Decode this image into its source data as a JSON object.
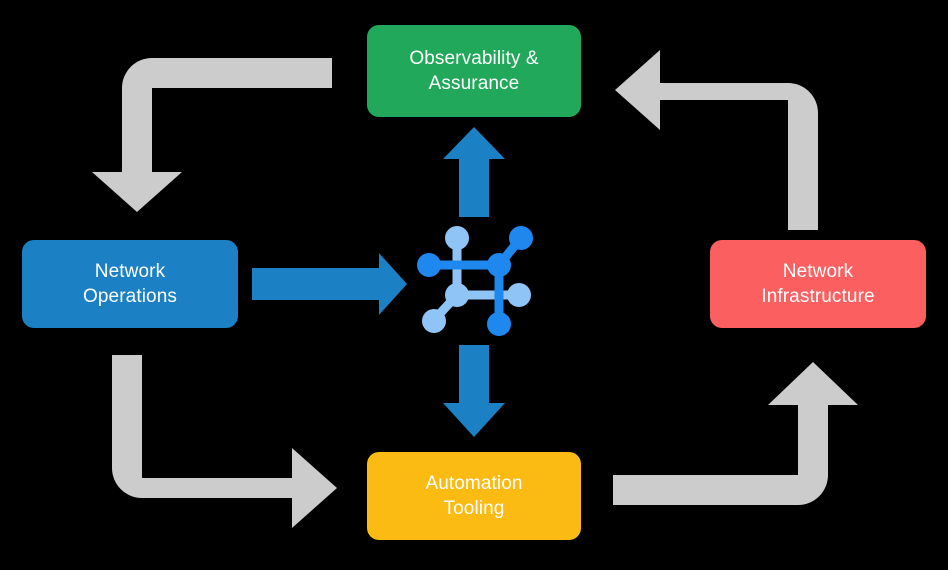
{
  "diagram": {
    "title": "Network automation lifecycle cycle diagram",
    "background_color": "#000000",
    "center_icon": {
      "name": "network-topology-icon",
      "primary_color": "#1E88EF",
      "secondary_color": "#8FC4F7"
    },
    "nodes": [
      {
        "id": "observability",
        "label": "Observability &\nAssurance",
        "color": "#22A85A",
        "text_color": "#FFFFFF",
        "position": "top"
      },
      {
        "id": "network-operations",
        "label": "Network\nOperations",
        "color": "#1B81C4",
        "text_color": "#FFFFFF",
        "position": "left"
      },
      {
        "id": "network-infrastructure",
        "label": "Network\nInfrastructure",
        "color": "#FC5F5F",
        "text_color": "#FFFFFF",
        "position": "right"
      },
      {
        "id": "automation-tooling",
        "label": "Automation\nTooling",
        "color": "#FCBB12",
        "text_color": "#FFFFFF",
        "position": "bottom"
      }
    ],
    "connectors": [
      {
        "id": "operations-to-center",
        "from": "network-operations",
        "to": "center-icon",
        "color": "#1B81C4",
        "direction": "right",
        "style": "straight"
      },
      {
        "id": "center-to-observability",
        "from": "center-icon",
        "to": "observability",
        "color": "#1B81C4",
        "direction": "up",
        "style": "straight"
      },
      {
        "id": "center-to-automation",
        "from": "center-icon",
        "to": "automation-tooling",
        "color": "#1B81C4",
        "direction": "down",
        "style": "straight"
      },
      {
        "id": "observability-to-operations",
        "from": "observability",
        "to": "network-operations",
        "color": "#CCCCCC",
        "direction": "down",
        "style": "elbow"
      },
      {
        "id": "operations-to-automation",
        "from": "network-operations",
        "to": "automation-tooling",
        "color": "#CCCCCC",
        "direction": "right",
        "style": "elbow"
      },
      {
        "id": "automation-to-infrastructure",
        "from": "automation-tooling",
        "to": "network-infrastructure",
        "color": "#CCCCCC",
        "direction": "up",
        "style": "elbow"
      },
      {
        "id": "infrastructure-to-observability",
        "from": "network-infrastructure",
        "to": "observability",
        "color": "#CCCCCC",
        "direction": "left",
        "style": "elbow"
      }
    ]
  }
}
